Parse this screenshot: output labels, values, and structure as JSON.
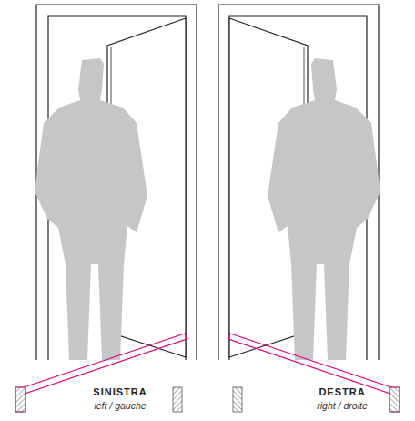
{
  "diagram": {
    "labels": [
      "SINISTRA",
      "left / gauche",
      "DESTRA",
      "right / droite"
    ]
  }
}
